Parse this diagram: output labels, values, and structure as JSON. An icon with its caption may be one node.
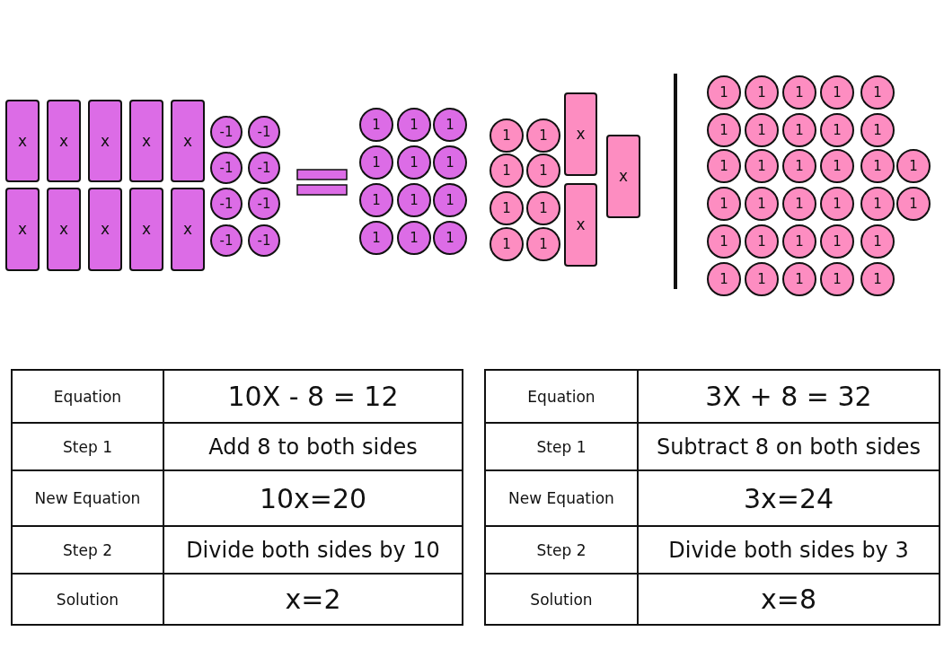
{
  "diagram": {
    "nodes": [
      {
        "text": [
          "x"
        ]
      },
      {
        "text": [
          "x"
        ]
      },
      {
        "text": [
          "x"
        ]
      },
      {
        "text": [
          "x"
        ]
      },
      {
        "text": [
          "x"
        ]
      },
      {
        "text": [
          "x"
        ]
      },
      {
        "text": [
          "x"
        ]
      },
      {
        "text": [
          "x"
        ]
      },
      {
        "text": [
          "x"
        ]
      },
      {
        "text": [
          "x"
        ]
      },
      {
        "text": [
          "-1"
        ]
      },
      {
        "text": [
          "-1"
        ]
      },
      {
        "text": [
          "-1"
        ]
      },
      {
        "text": [
          "-1"
        ]
      },
      {
        "text": [
          "-1"
        ]
      },
      {
        "text": [
          "-1"
        ]
      },
      {
        "text": [
          "-1"
        ]
      },
      {
        "text": [
          "-1"
        ]
      },
      {
        "text": [
          "1"
        ]
      },
      {
        "text": [
          "1"
        ]
      },
      {
        "text": [
          "1"
        ]
      },
      {
        "text": [
          "1"
        ]
      },
      {
        "text": [
          "1"
        ]
      },
      {
        "text": [
          "1"
        ]
      },
      {
        "text": [
          "1"
        ]
      },
      {
        "text": [
          "1"
        ]
      },
      {
        "text": [
          "1"
        ]
      },
      {
        "text": [
          "1"
        ]
      },
      {
        "text": [
          "1"
        ]
      },
      {
        "text": [
          "1"
        ]
      },
      {
        "text": [
          "1"
        ]
      },
      {
        "text": [
          "1"
        ]
      },
      {
        "text": [
          "1"
        ]
      },
      {
        "text": [
          "1"
        ]
      },
      {
        "text": [
          "1"
        ]
      },
      {
        "text": [
          "1"
        ]
      },
      {
        "text": [
          "1"
        ]
      },
      {
        "text": [
          "1"
        ]
      },
      {
        "text": [
          "x"
        ]
      },
      {
        "text": [
          "x"
        ]
      },
      {
        "text": [
          "x"
        ]
      },
      {
        "text": [
          "1"
        ]
      },
      {
        "text": [
          "1"
        ]
      },
      {
        "text": [
          "1"
        ]
      },
      {
        "text": [
          "1"
        ]
      },
      {
        "text": [
          "1"
        ]
      },
      {
        "text": [
          "1"
        ]
      },
      {
        "text": [
          "1"
        ]
      },
      {
        "text": [
          "1"
        ]
      },
      {
        "text": [
          "1"
        ]
      },
      {
        "text": [
          "1"
        ]
      },
      {
        "text": [
          "1"
        ]
      },
      {
        "text": [
          "1"
        ]
      },
      {
        "text": [
          "1"
        ]
      },
      {
        "text": [
          "1"
        ]
      },
      {
        "text": [
          "1"
        ]
      },
      {
        "text": [
          "1"
        ]
      },
      {
        "text": [
          "1"
        ]
      },
      {
        "text": [
          "1"
        ]
      },
      {
        "text": [
          "1"
        ]
      },
      {
        "text": [
          "1"
        ]
      },
      {
        "text": [
          "1"
        ]
      },
      {
        "text": [
          "1"
        ]
      },
      {
        "text": [
          "1"
        ]
      },
      {
        "text": [
          "1"
        ]
      },
      {
        "text": [
          "1"
        ]
      },
      {
        "text": [
          "1"
        ]
      },
      {
        "text": [
          "1"
        ]
      },
      {
        "text": [
          "1"
        ]
      },
      {
        "text": [
          "1"
        ]
      },
      {
        "text": [
          "1"
        ]
      },
      {
        "text": [
          "1"
        ]
      },
      {
        "text": [
          "1"
        ]
      }
    ],
    "labels": [
      "Equation",
      "10X - 8 = 12",
      "Step 1",
      "Add 8 to both sides",
      "New Equation",
      "10x=20",
      "Step 2",
      "Divide both sides by 10",
      "Solution",
      "x=2",
      "Equation",
      "3X + 8 = 32",
      "Step 1",
      "Subtract 8 on both sides",
      "New Equation",
      "3x=24",
      "Step 2",
      "Divide both sides by 3",
      "Solution",
      "x=8"
    ]
  }
}
